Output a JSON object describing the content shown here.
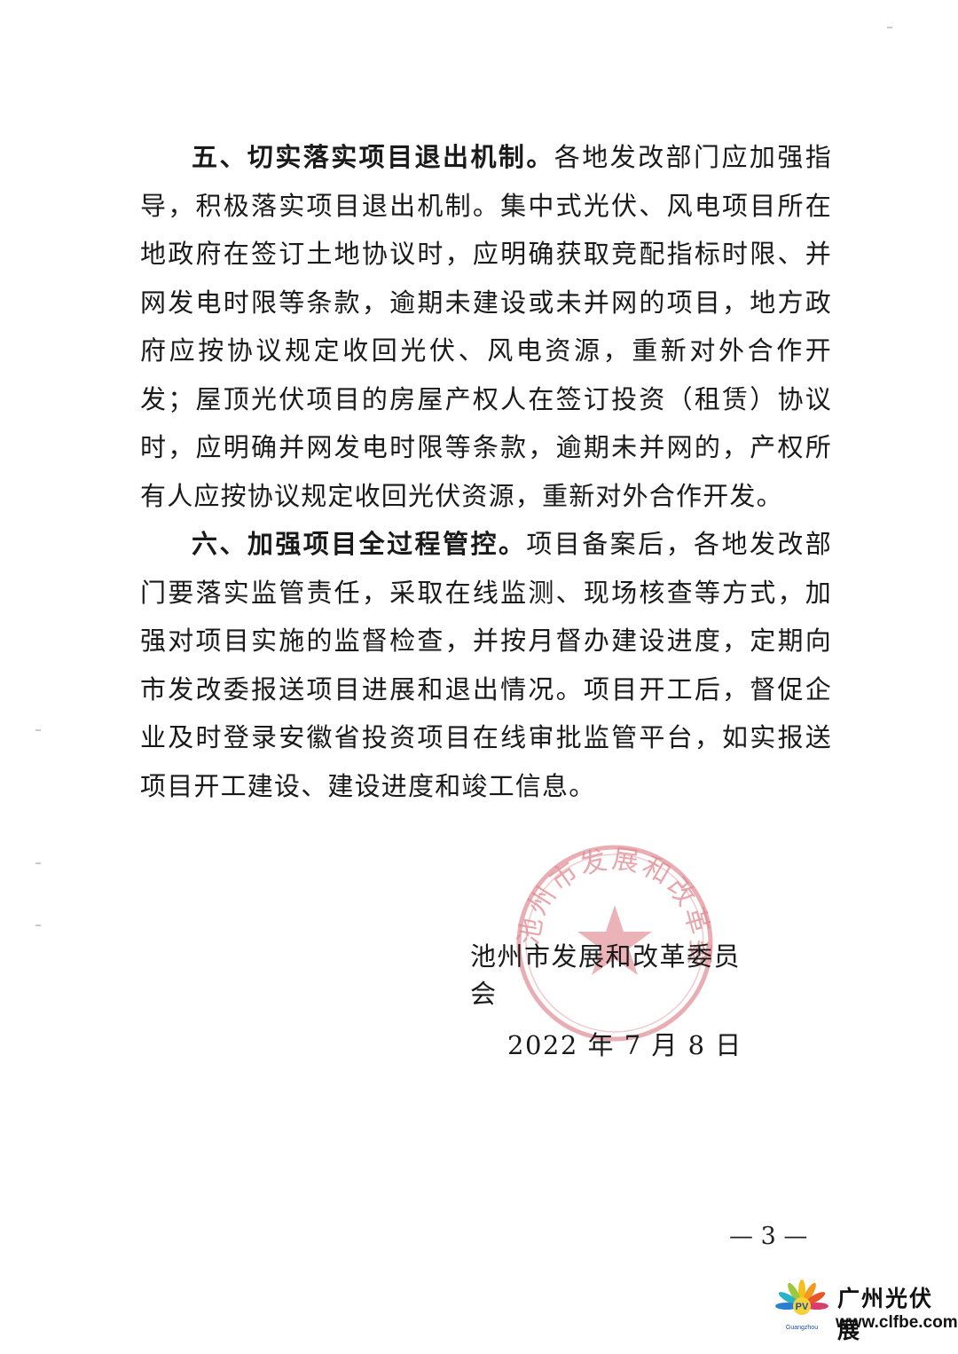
{
  "paragraphs": [
    {
      "heading": "五、切实落实项目退出机制。",
      "text": "各地发改部门应加强指导，积极落实项目退出机制。集中式光伏、风电项目所在地政府在签订土地协议时，应明确获取竞配指标时限、并网发电时限等条款，逾期未建设或未并网的项目，地方政府应按协议规定收回光伏、风电资源，重新对外合作开发；屋顶光伏项目的房屋产权人在签订投资（租赁）协议时，应明确并网发电时限等条款，逾期未并网的，产权所有人应按协议规定收回光伏资源，重新对外合作开发。"
    },
    {
      "heading": "六、加强项目全过程管控。",
      "text": "项目备案后，各地发改部门要落实监管责任，采取在线监测、现场核查等方式，加强对项目实施的监督检查，并按月督办建设进度，定期向市发改委报送项目进展和退出情况。项目开工后，督促企业及时登录安徽省投资项目在线审批监管平台，如实报送项目开工建设、建设进度和竣工信息。"
    }
  ],
  "signature": {
    "organization": "池州市发展和改革委员会",
    "date": "2022 年 7 月 8 日"
  },
  "seal": {
    "text": "池州市发展和改革委员会",
    "color": "#e0898f"
  },
  "page_number": "— 3 —",
  "watermark": {
    "brand": "广州光伏展",
    "url": "www.clfbe.com",
    "mark_text": "PV",
    "mark_subtext": "Guangzhou"
  }
}
